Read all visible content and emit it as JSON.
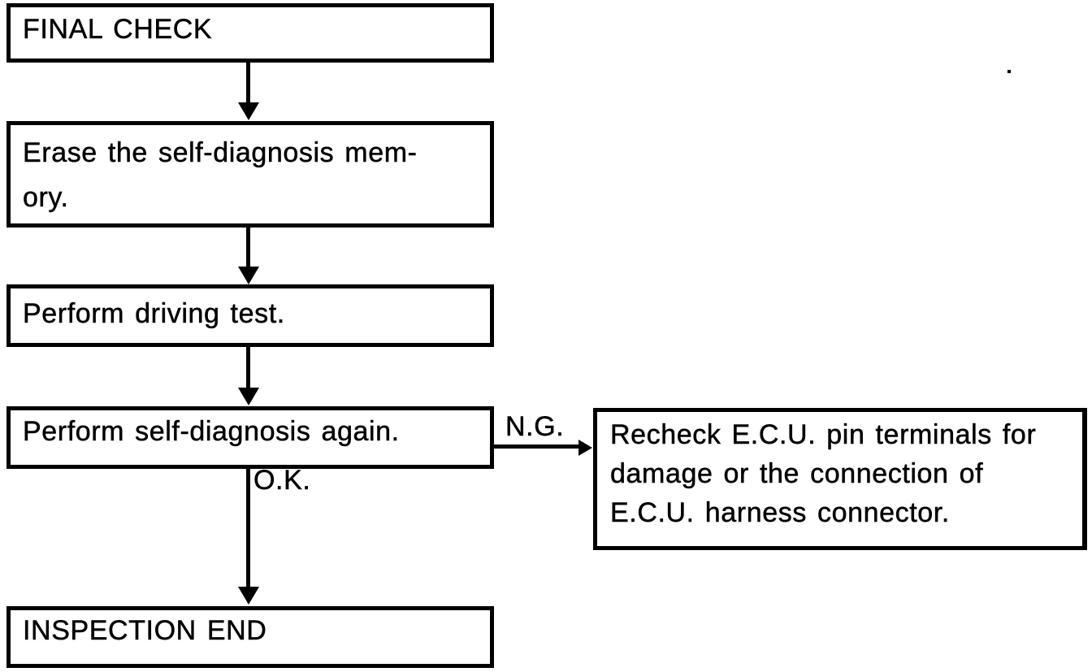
{
  "diagram": {
    "type": "flowchart",
    "colors": {
      "ink": "#000000",
      "paper": "#ffffff"
    },
    "nodes": {
      "final_check": {
        "label": "FINAL CHECK"
      },
      "erase_memory": {
        "label": "Erase the self-diagnosis mem-\nory."
      },
      "driving_test": {
        "label": "Perform driving test."
      },
      "self_diagnosis": {
        "label": "Perform self-diagnosis again."
      },
      "recheck_ecu": {
        "label": "Recheck E.C.U. pin terminals for\ndamage or the connection of\nE.C.U. harness connector."
      },
      "inspection_end": {
        "label": "INSPECTION END"
      }
    },
    "edges": {
      "ng": {
        "label": "N.G."
      },
      "ok": {
        "label": "O.K."
      }
    }
  }
}
